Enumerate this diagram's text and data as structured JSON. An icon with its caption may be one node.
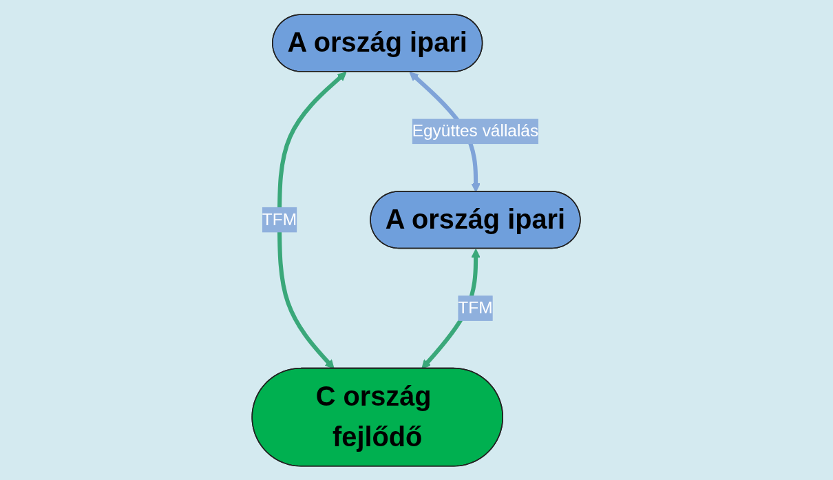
{
  "diagram": {
    "nodes": [
      {
        "text": [
          "A ország ipari"
        ]
      },
      {
        "text": [
          "A ország ipari"
        ]
      },
      {
        "text": [
          "C ország fejlődő"
        ]
      }
    ],
    "edges": [
      {
        "from": 0,
        "to": 1,
        "arrow": "both",
        "label": "Együttes vállalás",
        "color": "#7fa3d8"
      },
      {
        "from": 0,
        "to": 2,
        "arrow": "both",
        "label": "TFM"
      },
      {
        "from": 1,
        "to": 2,
        "arrow": "both",
        "label": "TFM"
      }
    ]
  }
}
